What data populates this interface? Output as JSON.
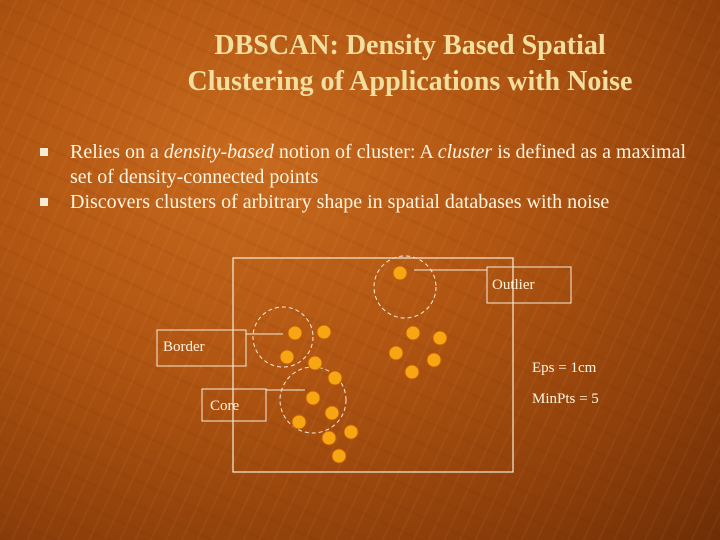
{
  "title": {
    "line1": "DBSCAN: Density Based Spatial",
    "line2": "Clustering of Applications with Noise"
  },
  "bullets": [
    {
      "parts": [
        "Relies on a ",
        "density-based",
        " notion of cluster:  A ",
        "cluster",
        " is defined as a maximal set of density-connected points"
      ]
    },
    {
      "text": "Discovers clusters of arbitrary shape in spatial databases with noise"
    }
  ],
  "diagram": {
    "labels": {
      "outlier": "Outlier",
      "border": "Border",
      "core": "Core",
      "eps": "Eps = 1cm",
      "minpts": "MinPts = 5"
    },
    "colors": {
      "point_fill": "#f7a512",
      "point_stroke": "#c55e06",
      "circle_stroke": "#f6ecd6"
    }
  }
}
